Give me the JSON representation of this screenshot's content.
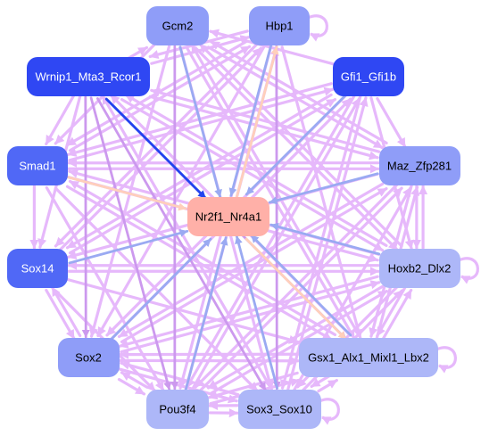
{
  "colors": {
    "edge_default": "#e6b8fb",
    "edge_purple": "#cc99ee",
    "edge_blue": "#9aaaf2",
    "edge_dark_blue": "#2244ee",
    "edge_peach": "#ffcfbb"
  },
  "nodes": [
    {
      "id": "gcm2",
      "label": "Gcm2",
      "fill": "#8f9df8",
      "text_color": "#000000"
    },
    {
      "id": "hbp1",
      "label": "Hbp1",
      "fill": "#8f9df8",
      "text_color": "#000000"
    },
    {
      "id": "wrnip1",
      "label": "Wrnip1_Mta3_Rcor1",
      "fill": "#2f47f3",
      "text_color": "#ffffff"
    },
    {
      "id": "gfi1",
      "label": "Gfi1_Gfi1b",
      "fill": "#2f47f3",
      "text_color": "#ffffff"
    },
    {
      "id": "smad1",
      "label": "Smad1",
      "fill": "#5068f6",
      "text_color": "#ffffff"
    },
    {
      "id": "maz",
      "label": "Maz_Zfp281",
      "fill": "#8f9df8",
      "text_color": "#000000"
    },
    {
      "id": "nr2f1",
      "label": "Nr2f1_Nr4a1",
      "fill": "#ffb0a8",
      "text_color": "#000000"
    },
    {
      "id": "sox14",
      "label": "Sox14",
      "fill": "#5068f6",
      "text_color": "#ffffff"
    },
    {
      "id": "hoxb2",
      "label": "Hoxb2_Dlx2",
      "fill": "#adb7f8",
      "text_color": "#000000"
    },
    {
      "id": "sox2",
      "label": "Sox2",
      "fill": "#8f9df8",
      "text_color": "#000000"
    },
    {
      "id": "gsx1",
      "label": "Gsx1_Alx1_Mixl1_Lbx2",
      "fill": "#adb7f8",
      "text_color": "#000000"
    },
    {
      "id": "pou3f4",
      "label": "Pou3f4",
      "fill": "#adb7f8",
      "text_color": "#000000"
    },
    {
      "id": "sox3",
      "label": "Sox3_Sox10",
      "fill": "#adb7f8",
      "text_color": "#000000"
    }
  ],
  "edges": [
    {
      "from": "wrnip1",
      "to": "nr2f1",
      "color": "dark_blue"
    },
    {
      "from": "gcm2",
      "to": "nr2f1",
      "color": "blue"
    },
    {
      "from": "hbp1",
      "to": "nr2f1",
      "color": "blue"
    },
    {
      "from": "gfi1",
      "to": "nr2f1",
      "color": "blue"
    },
    {
      "from": "maz",
      "to": "nr2f1",
      "color": "blue"
    },
    {
      "from": "hoxb2",
      "to": "nr2f1",
      "color": "blue"
    },
    {
      "from": "sox14",
      "to": "nr2f1",
      "color": "blue"
    },
    {
      "from": "sox2",
      "to": "nr2f1",
      "color": "blue"
    },
    {
      "from": "pou3f4",
      "to": "nr2f1",
      "color": "blue"
    },
    {
      "from": "gsx1",
      "to": "nr2f1",
      "color": "blue"
    },
    {
      "from": "sox3",
      "to": "nr2f1",
      "color": "blue"
    },
    {
      "from": "smad1",
      "to": "nr2f1",
      "color": "peach"
    },
    {
      "from": "nr2f1",
      "to": "hbp1",
      "color": "peach"
    },
    {
      "from": "nr2f1",
      "to": "gsx1",
      "color": "peach"
    },
    {
      "from": "wrnip1",
      "to": "gsx1",
      "color": "purple"
    },
    {
      "from": "wrnip1",
      "to": "sox3",
      "color": "purple"
    },
    {
      "from": "wrnip1",
      "to": "pou3f4",
      "color": "purple"
    },
    {
      "from": "wrnip1",
      "to": "sox2",
      "color": "purple"
    },
    {
      "from": "wrnip1",
      "to": "sox14",
      "color": "default"
    },
    {
      "from": "wrnip1",
      "to": "smad1",
      "color": "default"
    },
    {
      "from": "wrnip1",
      "to": "hoxb2",
      "color": "default"
    },
    {
      "from": "wrnip1",
      "to": "maz",
      "color": "default"
    },
    {
      "from": "wrnip1",
      "to": "hbp1",
      "color": "default"
    },
    {
      "from": "wrnip1",
      "to": "gcm2",
      "color": "default"
    },
    {
      "from": "gcm2",
      "to": "sox2",
      "color": "default"
    },
    {
      "from": "gcm2",
      "to": "gsx1",
      "color": "default"
    },
    {
      "from": "gcm2",
      "to": "hoxb2",
      "color": "default"
    },
    {
      "from": "gcm2",
      "to": "maz",
      "color": "default"
    },
    {
      "from": "gcm2",
      "to": "sox3",
      "color": "default"
    },
    {
      "from": "gcm2",
      "to": "smad1",
      "color": "default"
    },
    {
      "from": "hbp1",
      "to": "sox2",
      "color": "default"
    },
    {
      "from": "hbp1",
      "to": "sox14",
      "color": "default"
    },
    {
      "from": "hbp1",
      "to": "pou3f4",
      "color": "default"
    },
    {
      "from": "hbp1",
      "to": "gsx1",
      "color": "default"
    },
    {
      "from": "hbp1",
      "to": "smad1",
      "color": "default"
    },
    {
      "from": "hbp1",
      "to": "wrnip1",
      "color": "default"
    },
    {
      "from": "gfi1",
      "to": "sox2",
      "color": "default"
    },
    {
      "from": "gfi1",
      "to": "sox14",
      "color": "default"
    },
    {
      "from": "gfi1",
      "to": "pou3f4",
      "color": "default"
    },
    {
      "from": "gfi1",
      "to": "sox3",
      "color": "default"
    },
    {
      "from": "gfi1",
      "to": "smad1",
      "color": "default"
    },
    {
      "from": "gfi1",
      "to": "gcm2",
      "color": "default"
    },
    {
      "from": "gfi1",
      "to": "hoxb2",
      "color": "default"
    },
    {
      "from": "smad1",
      "to": "maz",
      "color": "default"
    },
    {
      "from": "smad1",
      "to": "sox14",
      "color": "default"
    },
    {
      "from": "smad1",
      "to": "gsx1",
      "color": "default"
    },
    {
      "from": "smad1",
      "to": "hoxb2",
      "color": "default"
    },
    {
      "from": "smad1",
      "to": "sox3",
      "color": "default"
    },
    {
      "from": "smad1",
      "to": "pou3f4",
      "color": "default"
    },
    {
      "from": "maz",
      "to": "hoxb2",
      "color": "default"
    },
    {
      "from": "hoxb2",
      "to": "maz",
      "color": "default"
    },
    {
      "from": "maz",
      "to": "sox2",
      "color": "default"
    },
    {
      "from": "maz",
      "to": "sox14",
      "color": "default"
    },
    {
      "from": "maz",
      "to": "pou3f4",
      "color": "default"
    },
    {
      "from": "maz",
      "to": "gsx1",
      "color": "default"
    },
    {
      "from": "maz",
      "to": "smad1",
      "color": "default"
    },
    {
      "from": "hoxb2",
      "to": "sox2",
      "color": "default"
    },
    {
      "from": "hoxb2",
      "to": "sox14",
      "color": "default"
    },
    {
      "from": "hoxb2",
      "to": "smad1",
      "color": "default"
    },
    {
      "from": "hoxb2",
      "to": "pou3f4",
      "color": "default"
    },
    {
      "from": "hoxb2",
      "to": "sox3",
      "color": "default"
    },
    {
      "from": "hoxb2",
      "to": "gsx1",
      "color": "default"
    },
    {
      "from": "sox14",
      "to": "sox2",
      "color": "default"
    },
    {
      "from": "sox14",
      "to": "hoxb2",
      "color": "default"
    },
    {
      "from": "sox14",
      "to": "gsx1",
      "color": "default"
    },
    {
      "from": "sox14",
      "to": "pou3f4",
      "color": "default"
    },
    {
      "from": "sox2",
      "to": "sox14",
      "color": "default"
    },
    {
      "from": "sox2",
      "to": "pou3f4",
      "color": "default"
    },
    {
      "from": "sox2",
      "to": "sox3",
      "color": "default"
    },
    {
      "from": "sox2",
      "to": "gsx1",
      "color": "default"
    },
    {
      "from": "sox2",
      "to": "hoxb2",
      "color": "default"
    },
    {
      "from": "sox2",
      "to": "maz",
      "color": "default"
    },
    {
      "from": "pou3f4",
      "to": "sox2",
      "color": "default"
    },
    {
      "from": "pou3f4",
      "to": "sox3",
      "color": "default"
    },
    {
      "from": "pou3f4",
      "to": "gsx1",
      "color": "default"
    },
    {
      "from": "pou3f4",
      "to": "hoxb2",
      "color": "default"
    },
    {
      "from": "pou3f4",
      "to": "maz",
      "color": "default"
    },
    {
      "from": "pou3f4",
      "to": "gfi1",
      "color": "default"
    },
    {
      "from": "pou3f4",
      "to": "hbp1",
      "color": "default"
    },
    {
      "from": "sox3",
      "to": "pou3f4",
      "color": "default"
    },
    {
      "from": "sox3",
      "to": "sox2",
      "color": "default"
    },
    {
      "from": "sox3",
      "to": "gsx1",
      "color": "default"
    },
    {
      "from": "sox3",
      "to": "hoxb2",
      "color": "default"
    },
    {
      "from": "sox3",
      "to": "maz",
      "color": "default"
    },
    {
      "from": "sox3",
      "to": "gfi1",
      "color": "default"
    },
    {
      "from": "sox3",
      "to": "wrnip1",
      "color": "default"
    },
    {
      "from": "gsx1",
      "to": "sox3",
      "color": "default"
    },
    {
      "from": "gsx1",
      "to": "sox2",
      "color": "default"
    },
    {
      "from": "gsx1",
      "to": "pou3f4",
      "color": "default"
    },
    {
      "from": "gsx1",
      "to": "hoxb2",
      "color": "default"
    },
    {
      "from": "gsx1",
      "to": "maz",
      "color": "default"
    },
    {
      "from": "gsx1",
      "to": "gcm2",
      "color": "default"
    },
    {
      "from": "gsx1",
      "to": "wrnip1",
      "color": "default"
    },
    {
      "from": "gsx1",
      "to": "smad1",
      "color": "default"
    },
    {
      "from": "hoxb2",
      "to": "wrnip1",
      "color": "default"
    },
    {
      "from": "hoxb2",
      "to": "gcm2",
      "color": "default"
    },
    {
      "from": "maz",
      "to": "wrnip1",
      "color": "default"
    },
    {
      "from": "maz",
      "to": "gcm2",
      "color": "default"
    },
    {
      "from": "sox2",
      "to": "gfi1",
      "color": "default"
    },
    {
      "from": "sox14",
      "to": "gfi1",
      "color": "default"
    },
    {
      "from": "sox14",
      "to": "hbp1",
      "color": "default"
    },
    {
      "from": "smad1",
      "to": "gfi1",
      "color": "default"
    },
    {
      "from": "smad1",
      "to": "hbp1",
      "color": "default"
    },
    {
      "from": "gfi1",
      "to": "maz",
      "color": "default"
    },
    {
      "from": "gcm2",
      "to": "pou3f4",
      "color": "purple"
    },
    {
      "from": "hbp1",
      "to": "sox3",
      "color": "purple"
    }
  ],
  "self_loops": [
    {
      "node": "hbp1",
      "color": "default"
    },
    {
      "node": "hoxb2",
      "color": "default"
    },
    {
      "node": "gsx1",
      "color": "default"
    },
    {
      "node": "sox3",
      "color": "default"
    }
  ]
}
